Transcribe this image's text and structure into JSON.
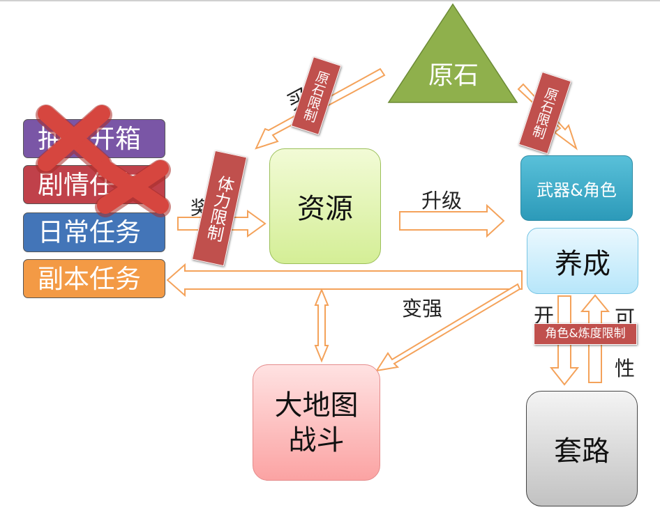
{
  "tasks": [
    "抽卡开箱",
    "剧情任务",
    "日常任务",
    "副本任务"
  ],
  "nodes": {
    "yuanshi": "原石",
    "ziyuan": "资源",
    "wuqi_juese": "武器&角色",
    "yangcheng": "养成",
    "dadi_line1": "大地图",
    "dadi_line2": "战斗",
    "taolu": "套路"
  },
  "labels": {
    "mai": "买",
    "jiang": "奖",
    "shengji": "升级",
    "bianqiang": "变强",
    "kai": "开",
    "ke": "可",
    "xing": "性"
  },
  "tags": {
    "yuanshi_xianzhi_1": "原石限制",
    "yuanshi_xianzhi_2": "原石限制",
    "tili_xianzhi": "体力限制",
    "juese_liandu_xianzhi": "角色&炼度限制"
  },
  "colors": {
    "arrow": "#f4a25a",
    "triangle": "#8fb04c",
    "tag": "#c0504d",
    "cross": "#d6463f"
  }
}
